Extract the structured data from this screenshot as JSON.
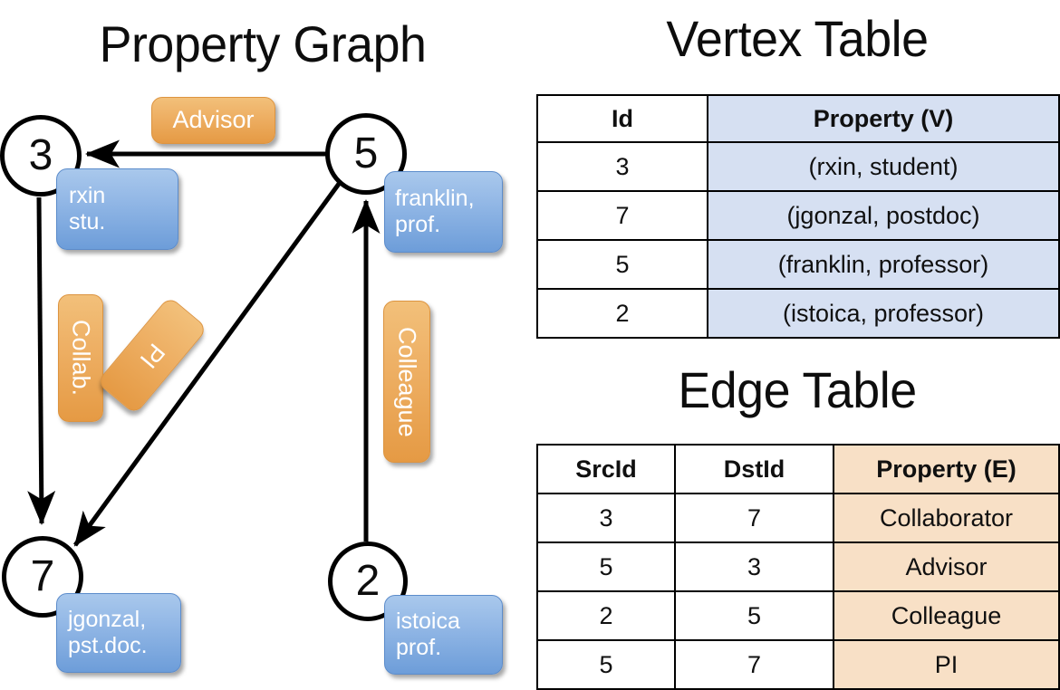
{
  "titles": {
    "graph": "Property Graph",
    "vertex_table": "Vertex Table",
    "edge_table": "Edge Table"
  },
  "graph": {
    "nodes": [
      {
        "id": "3",
        "property_label": "rxin\nstu."
      },
      {
        "id": "5",
        "property_label": "franklin,\nprof."
      },
      {
        "id": "7",
        "property_label": "jgonzal,\npst.doc."
      },
      {
        "id": "2",
        "property_label": "istoica\nprof."
      }
    ],
    "edge_labels": {
      "advisor": "Advisor",
      "collab": "Collab.",
      "pi": "PI",
      "colleague": "Colleague"
    },
    "edges": [
      {
        "from": "5",
        "to": "3",
        "label": "Advisor"
      },
      {
        "from": "3",
        "to": "7",
        "label": "Collab."
      },
      {
        "from": "5",
        "to": "7",
        "label": "PI"
      },
      {
        "from": "2",
        "to": "5",
        "label": "Colleague"
      }
    ]
  },
  "vertex_table": {
    "headers": [
      "Id",
      "Property (V)"
    ],
    "rows": [
      {
        "id": "3",
        "property": "(rxin, student)"
      },
      {
        "id": "7",
        "property": "(jgonzal, postdoc)"
      },
      {
        "id": "5",
        "property": "(franklin, professor)"
      },
      {
        "id": "2",
        "property": "(istoica, professor)"
      }
    ]
  },
  "edge_table": {
    "headers": [
      "SrcId",
      "DstId",
      "Property (E)"
    ],
    "rows": [
      {
        "src": "3",
        "dst": "7",
        "property": "Collaborator"
      },
      {
        "src": "5",
        "dst": "3",
        "property": "Advisor"
      },
      {
        "src": "2",
        "dst": "5",
        "property": "Colleague"
      },
      {
        "src": "5",
        "dst": "7",
        "property": "PI"
      }
    ]
  },
  "colors": {
    "vertex_property_fill": "#d6e0f2",
    "edge_property_fill": "#f8e0c6",
    "node_label_blue": "#6d9dd9",
    "edge_label_orange": "#e59a44",
    "background": "#ffffff",
    "stroke": "#000000"
  }
}
